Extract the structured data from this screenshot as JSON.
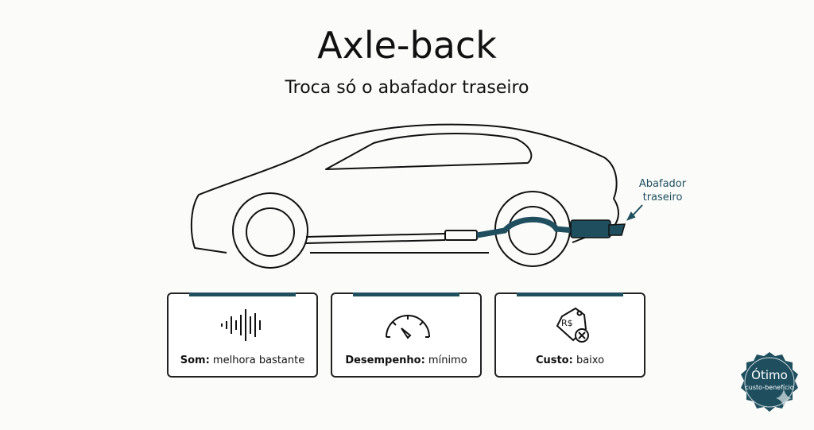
{
  "title": "Axle-back",
  "subtitle": "Troca só o abafador traseiro",
  "callout": "Abafador traseiro",
  "cards": [
    {
      "key": "Som:",
      "value": " melhora bastante",
      "icon": "sound-wave-icon"
    },
    {
      "key": "Desempenho:",
      "value": " mínimo",
      "icon": "speedometer-icon"
    },
    {
      "key": "Custo:",
      "value": " baixo",
      "icon": "price-tag-icon"
    }
  ],
  "badge": {
    "line1": "Ótimo",
    "line2": "custo-benefício"
  },
  "colors": {
    "accent": "#1f4f5f",
    "text": "#111111"
  }
}
